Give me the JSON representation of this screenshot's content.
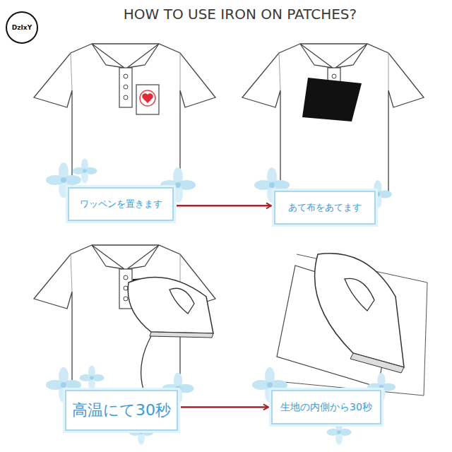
{
  "diagram": {
    "title": "HOW TO USE IRON ON PATCHES?",
    "nodes": [
      {
        "text": [
          "DzIxY"
        ]
      },
      {
        "text": [
          "ワッペンを置きます"
        ]
      },
      {
        "text": [
          "あて布をあてます"
        ]
      },
      {
        "text": [
          "高温にて30秒"
        ]
      },
      {
        "text": [
          "生地の内側から30秒"
        ]
      }
    ],
    "edges": [
      {
        "from": 1,
        "to": 2,
        "arrow": "to"
      },
      {
        "from": 3,
        "to": 4,
        "arrow": "to"
      }
    ]
  }
}
